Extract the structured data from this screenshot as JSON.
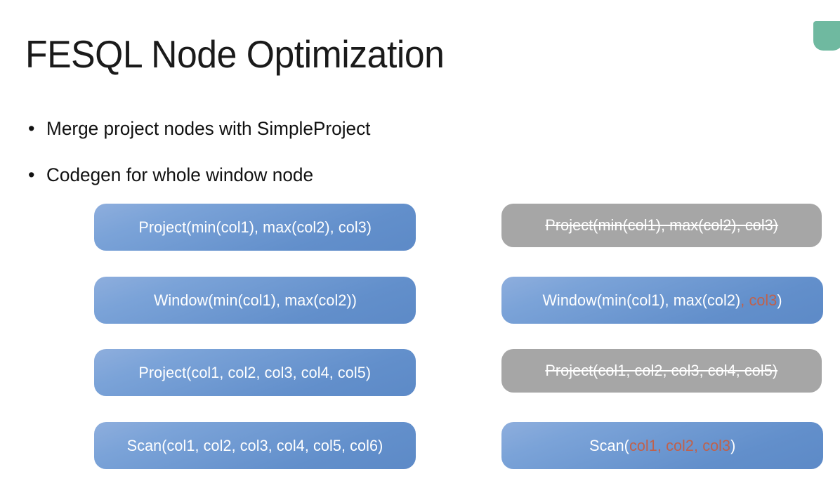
{
  "slide": {
    "title": "FESQL Node Optimization",
    "background_color": "#ffffff",
    "accent_shape_color": "#6fb9a0",
    "accent_shape_name": "green-pentagon-accent"
  },
  "bullets": [
    {
      "marker": "•",
      "text": "Merge project nodes with SimpleProject"
    },
    {
      "marker": "•",
      "text": "Codegen for whole window node"
    }
  ],
  "colors": {
    "box_blue": "#6d99d1",
    "box_gray": "#a6a6a6",
    "highlight_orange": "#c0614b",
    "box_text": "#ffffff",
    "body_text": "#111111"
  },
  "diagram": {
    "left_column": {
      "name": "before-plan",
      "nodes": [
        {
          "id": "left-project-agg",
          "style": "blue",
          "struck": false,
          "text": "Project(min(col1), max(col2), col3)",
          "segments": [
            {
              "text": "Project(min(col1), max(col2), col3)",
              "highlight": false
            }
          ]
        },
        {
          "id": "left-window",
          "style": "blue",
          "struck": false,
          "text": "Window(min(col1), max(col2))",
          "segments": [
            {
              "text": "Window(min(col1), max(col2))",
              "highlight": false
            }
          ]
        },
        {
          "id": "left-project-cols",
          "style": "blue",
          "struck": false,
          "text": "Project(col1, col2, col3, col4, col5)",
          "segments": [
            {
              "text": "Project(col1, col2, col3, col4, col5)",
              "highlight": false
            }
          ]
        },
        {
          "id": "left-scan",
          "style": "blue",
          "struck": false,
          "text": "Scan(col1, col2, col3, col4, col5, col6)",
          "segments": [
            {
              "text": "Scan(col1, col2, col3, col4, col5, col6)",
              "highlight": false
            }
          ]
        }
      ]
    },
    "right_column": {
      "name": "after-plan",
      "nodes": [
        {
          "id": "right-project-agg",
          "style": "gray",
          "struck": true,
          "text": "Project(min(col1), max(col2), col3)",
          "segments": [
            {
              "text": "Project(min(col1), max(col2), col3)",
              "highlight": false
            }
          ]
        },
        {
          "id": "right-window",
          "style": "blue",
          "struck": false,
          "text": "Window(min(col1), max(col2), col3)",
          "segments": [
            {
              "text": "Window(min(col1), max(col2)",
              "highlight": false
            },
            {
              "text": ", col3",
              "highlight": true
            },
            {
              "text": ")",
              "highlight": false
            }
          ]
        },
        {
          "id": "right-project-cols",
          "style": "gray",
          "struck": true,
          "text": "Project(col1, col2, col3, col4, col5)",
          "segments": [
            {
              "text": "Project(col1, col2, col3, col4, col5)",
              "highlight": false
            }
          ]
        },
        {
          "id": "right-scan",
          "style": "blue",
          "struck": false,
          "text": "Scan(col1, col2, col3)",
          "segments": [
            {
              "text": "Scan(",
              "highlight": false
            },
            {
              "text": "col1, col2, col3",
              "highlight": true
            },
            {
              "text": ")",
              "highlight": false
            }
          ]
        }
      ]
    }
  }
}
